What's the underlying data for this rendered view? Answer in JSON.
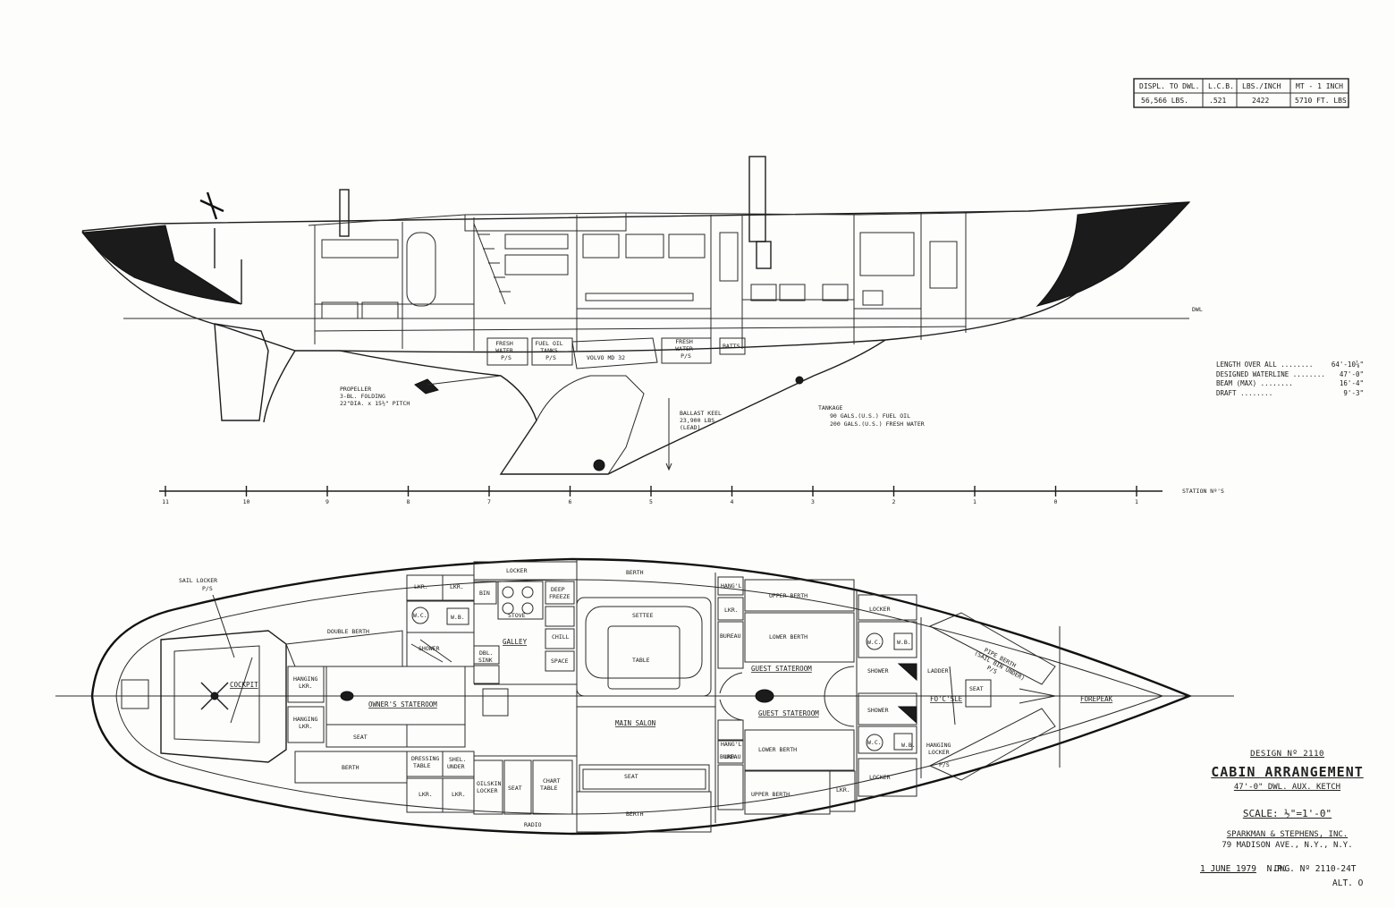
{
  "hydro_table": {
    "headers": [
      "DISPL. TO DWL.",
      "L.C.B.",
      "LBS./INCH",
      "MT - 1 INCH"
    ],
    "values": [
      "56,566 LBS.",
      ".521",
      "2422",
      "5710 FT. LBS."
    ]
  },
  "particulars": [
    {
      "label": "LENGTH OVER ALL",
      "value": "64'-10⅞\""
    },
    {
      "label": "DESIGNED WATERLINE",
      "value": "47'-0\""
    },
    {
      "label": "BEAM (MAX)",
      "value": "16'-4\""
    },
    {
      "label": "DRAFT",
      "value": "9'-3\""
    }
  ],
  "profile_labels": {
    "dwl": "DWL",
    "station": "STATION Nº'S",
    "propeller": [
      "PROPELLER",
      "3-BL. FOLDING",
      "22\"DIA. x 15½\" PITCH"
    ],
    "ballast": [
      "BALLAST KEEL",
      "23,900 LBS.",
      "(LEAD)"
    ],
    "tankage": [
      "TANKAGE",
      "90 GALS.(U.S.) FUEL OIL",
      "200 GALS.(U.S.) FRESH WATER"
    ],
    "fresh_water_1": [
      "FRESH",
      "WATER",
      "P/S"
    ],
    "fuel_oil": [
      "FUEL OIL",
      "TANKS",
      "P/S"
    ],
    "engine": "VOLVO MD 32",
    "fresh_water_2": [
      "FRESH",
      "WATER",
      "P/S"
    ],
    "batts": "BATTS"
  },
  "stations": [
    "11",
    "10",
    "9",
    "8",
    "7",
    "6",
    "5",
    "4",
    "3",
    "2",
    "1",
    "0",
    "1"
  ],
  "plan_labels": {
    "sail_locker": [
      "SAIL LOCKER",
      "P/S"
    ],
    "cockpit": "COCKPIT",
    "double_berth": "DOUBLE BERTH",
    "hanging_lkr_1": [
      "HANGING",
      "LKR."
    ],
    "hanging_lkr_2": [
      "HANGING",
      "LKR."
    ],
    "owners_stateroom": "OWNER'S STATEROOM",
    "seat_aft": "SEAT",
    "berth_aft": "BERTH",
    "dressing_table": [
      "DRESSING",
      "TABLE"
    ],
    "shel_under": [
      "SHEL.",
      "UNDER"
    ],
    "lkr_a": "LKR.",
    "lkr_b": "LKR.",
    "lkr_c": "LKR.",
    "lkr_d": "LKR.",
    "wc_aft": "W.C.",
    "wb_aft": "W.B.",
    "shower_aft": "SHOWER",
    "locker_top": "LOCKER",
    "bin": "BIN",
    "deep_freeze": [
      "DEEP",
      "FREEZE"
    ],
    "stove": "STOVE",
    "galley": "GALLEY",
    "chill": "CHILL",
    "space": "SPACE",
    "dbl_sink": [
      "DBL.",
      "SINK"
    ],
    "oilskin_locker": [
      "OILSKIN",
      "LOCKER"
    ],
    "seat_nav": "SEAT",
    "chart_table": [
      "CHART",
      "TABLE"
    ],
    "radio": "RADIO",
    "settee": "SETTEE",
    "table": "TABLE",
    "main_salon": "MAIN SALON",
    "seat_salon": "SEAT",
    "berth_salon_top": "BERTH",
    "berth_salon_bottom": "BERTH",
    "bureau_1": "BUREAU",
    "bureau_2": "BUREAU",
    "hangl_1": "HANG'L",
    "hangl_2": "HANG'L",
    "lkr_e": "LKR.",
    "lkr_f": "LKR.",
    "upper_berth_top": "UPPER BERTH",
    "lower_berth_top": "LOWER BERTH",
    "guest_stateroom_1": "GUEST STATEROOM",
    "guest_stateroom_2": "GUEST STATEROOM",
    "lower_berth_bottom": "LOWER BERTH",
    "upper_berth_bottom": "UPPER BERTH",
    "lkr_g": "LKR.",
    "locker_fwd_top": "LOCKER",
    "locker_fwd_bottom": "LOCKER",
    "wc_fwd_1": "W.C.",
    "wb_fwd_1": "W.B.",
    "shower_fwd_1": "SHOWER",
    "shower_fwd_2": "SHOWER",
    "wc_fwd_2": "W.C.",
    "wb_fwd_2": "W.B.",
    "ladder": "LADDER",
    "foc_sle": "FO'C'SLE",
    "seat_fwd": "SEAT",
    "pipe_berth": [
      "PIPE BERTH",
      "(SAIL BIN UNDER)",
      "P/S"
    ],
    "hanging_locker_fwd": [
      "HANGING",
      "LOCKER",
      "P/S"
    ],
    "forepeak": "FOREPEAK"
  },
  "title_block": {
    "design": "DESIGN Nº 2110",
    "title": "CABIN ARRANGEMENT",
    "subtitle": "47'-0\" DWL. AUX. KETCH",
    "scale": "SCALE: ½\"=1'-0\"",
    "firm": "SPARKMAN & STEPHENS, INC.",
    "address": "79 MADISON AVE., N.Y., N.Y.",
    "date": "1 JUNE 1979",
    "initials": "N.P.",
    "dwg_no": "DWG. Nº 2110-24T",
    "alt": "ALT. O"
  }
}
